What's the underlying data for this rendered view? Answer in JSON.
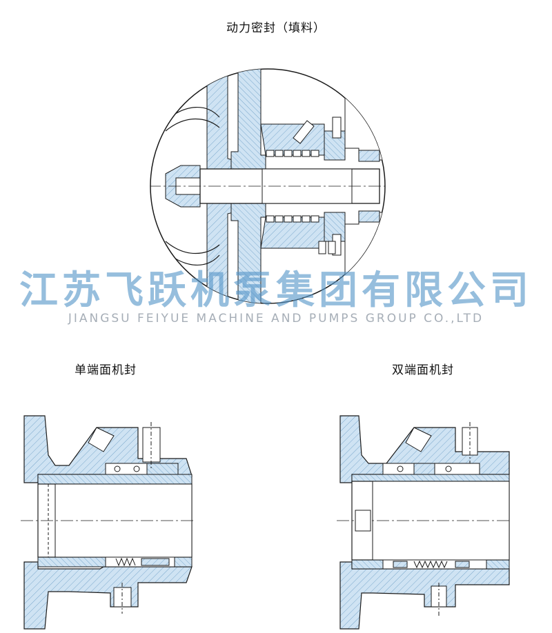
{
  "captions": {
    "top": "动力密封（填料）",
    "single": "单端面机封",
    "double": "双端面机封"
  },
  "watermark": {
    "company_cn": "江苏飞跃机泵集团有限公司",
    "company_en": "JIANGSU FEIYUE MACHINE AND PUMPS GROUP CO.,LTD"
  },
  "colors": {
    "section_fill": "#cfe3f3",
    "outline": "#1a1a1a",
    "watermark_cn": "#5696c8"
  }
}
